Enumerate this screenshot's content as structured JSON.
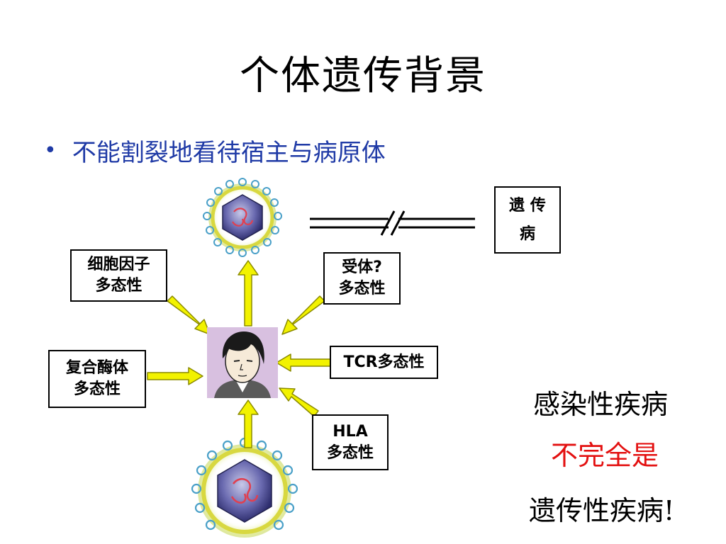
{
  "slide": {
    "title": "个体遗传背景",
    "bullet": "不能割裂地看待宿主与病原体"
  },
  "boxes": {
    "cytokine": [
      "细胞因子",
      "多态性"
    ],
    "receptor": [
      "受体?",
      "多态性"
    ],
    "complex_enzyme": [
      "复合酶体",
      "多态性"
    ],
    "tcr": [
      "TCR多态性"
    ],
    "hla": [
      "HLA",
      "多态性"
    ]
  },
  "genetic_disease_box": [
    "遗 传",
    "病"
  ],
  "conclusion": {
    "line1": "感染性疾病",
    "line2": "不完全是",
    "line3": "遗传性疾病!"
  },
  "colors": {
    "bullet_text": "#1f3aa6",
    "highlight_text": "#e31010",
    "arrow_fill": "#f2f200",
    "arrow_stroke": "#8a8a00"
  }
}
